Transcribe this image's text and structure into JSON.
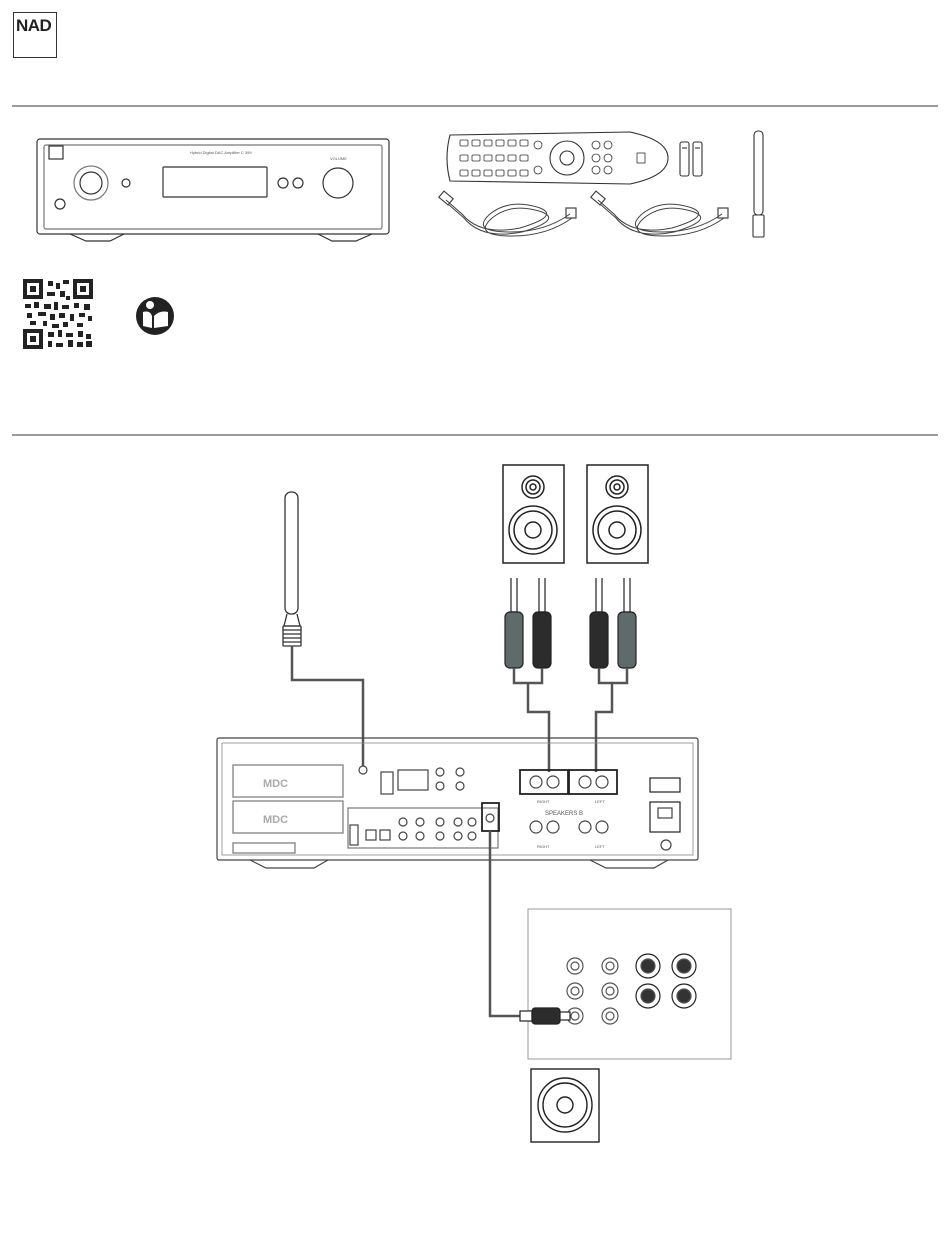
{
  "brand": {
    "logo_text": "NAD"
  },
  "product": {
    "front_model_caption": "Hybrid Digital DAC Amplifier C 399",
    "volume_label": "VOLUME"
  },
  "rear_panel": {
    "mdc_label": "MDC",
    "speakers_b_label": "SPEAKERS B",
    "right_label": "RIGHT",
    "left_label": "LEFT"
  },
  "icons": [
    "qr-code-icon",
    "read-manual-icon",
    "antenna-icon",
    "speaker-icon",
    "subwoofer-icon"
  ]
}
